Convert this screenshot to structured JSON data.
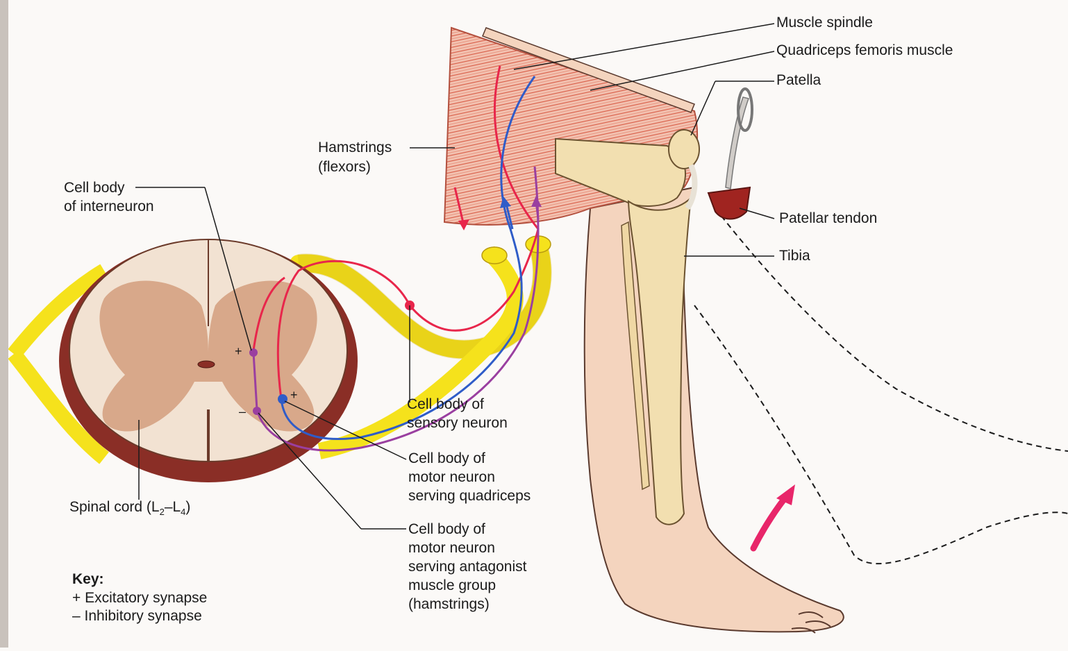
{
  "labels": {
    "muscle_spindle": "Muscle spindle",
    "quadriceps": "Quadriceps femoris muscle",
    "patella": "Patella",
    "hamstrings_1": "Hamstrings",
    "hamstrings_2": "(flexors)",
    "interneuron_1": "Cell body",
    "interneuron_2": "of interneuron",
    "patellar_tendon": "Patellar tendon",
    "tibia": "Tibia",
    "sensory_1": "Cell body of",
    "sensory_2": "sensory neuron",
    "motor_q_1": "Cell body of",
    "motor_q_2": "motor neuron",
    "motor_q_3": "serving quadriceps",
    "motor_a_1": "Cell body of",
    "motor_a_2": "motor neuron",
    "motor_a_3": "serving antagonist",
    "motor_a_4": "muscle group",
    "motor_a_5": "(hamstrings)",
    "spinal_cord_prefix": "Spinal cord (L",
    "spinal_cord_sub1": "2",
    "spinal_cord_dash": "–L",
    "spinal_cord_sub2": "4",
    "spinal_cord_suffix": ")",
    "plus_sign": "+",
    "minus_sign": "–"
  },
  "key": {
    "title": "Key:",
    "excitatory": "+ Excitatory synapse",
    "inhibitory": "– Inhibitory synapse"
  },
  "colors": {
    "background": "#fbf9f7",
    "nerve_yellow": "#f5e21c",
    "grey_matter": "#d8a88a",
    "white_matter": "#f2e2d2",
    "dura": "#8a2e26",
    "sensory_red": "#e8264b",
    "motor_blue": "#2f5cc8",
    "inhibitory_purple": "#9a3fa0",
    "muscle": "#e9a08a",
    "skin": "#f4d4be",
    "bone": "#f2dfb0",
    "hammer": "#a02420",
    "arrow_pink": "#e8266a"
  }
}
